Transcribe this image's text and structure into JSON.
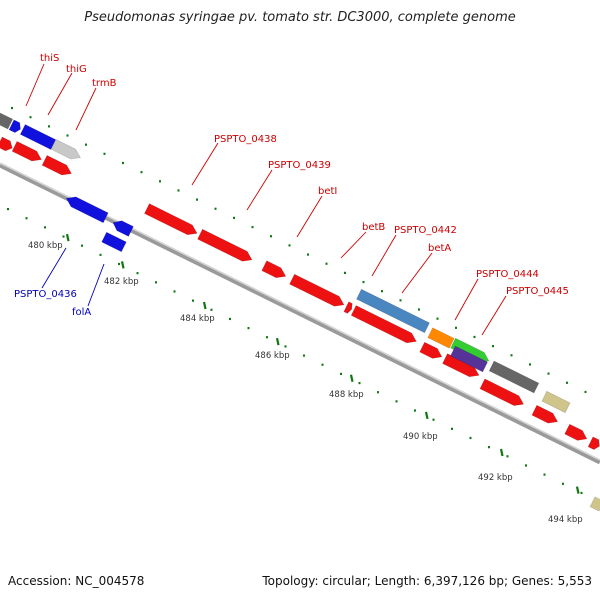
{
  "title": "Pseudomonas syringae pv. tomato str. DC3000, complete genome",
  "footer": {
    "accession": "Accession: NC_004578",
    "summary": "Topology: circular; Length: 6,397,126 bp; Genes: 5,553"
  },
  "colors": {
    "forward_gene": "#ee1111",
    "reverse_gene": "#1111dd",
    "forward_label": "#cc0000",
    "reverse_label": "#0000bb",
    "tick": "#117711",
    "backbone": "#888888"
  },
  "ticks": [
    "480 kbp",
    "482 kbp",
    "484 kbp",
    "486 kbp",
    "488 kbp",
    "490 kbp",
    "492 kbp",
    "494 kbp"
  ],
  "forward_labels": [
    "thiS",
    "thiG",
    "trmB",
    "PSPTO_0438",
    "PSPTO_0439",
    "betI",
    "betB",
    "PSPTO_0442",
    "betA",
    "PSPTO_0444",
    "PSPTO_0445"
  ],
  "reverse_labels": [
    "PSPTO_0436",
    "folA"
  ]
}
